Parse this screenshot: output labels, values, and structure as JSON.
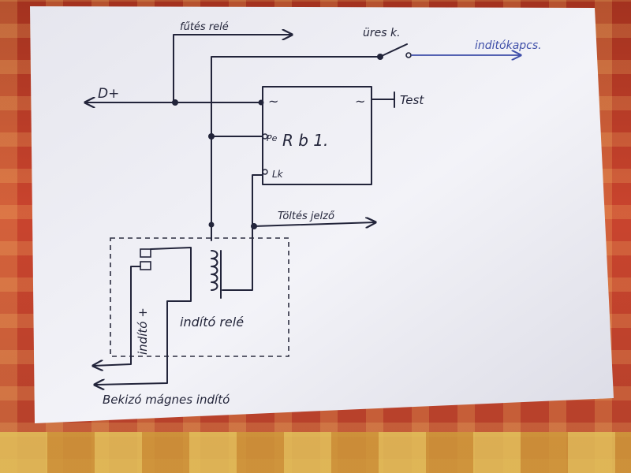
{
  "labels": {
    "futes_rele": "fűtés relé",
    "ures_k": "üres k.",
    "inditokapcs": "inditókapcs.",
    "d_plus": "D+",
    "tilde_left": "~",
    "tilde_right": "~",
    "test": "Test",
    "regulator_prefix": "Pe",
    "regulator_name": "R b 1.",
    "lk": "Lk",
    "toltes_jelzo": "Töltés jelző",
    "indito_plus": "indító +",
    "indito_rele": "indító relé",
    "bekizo_mogneses": "Bekizó mágnes indító"
  },
  "colors": {
    "ink": "#22243a",
    "blue_ink": "#3e4ea8",
    "paper": "#f1f1f6"
  }
}
